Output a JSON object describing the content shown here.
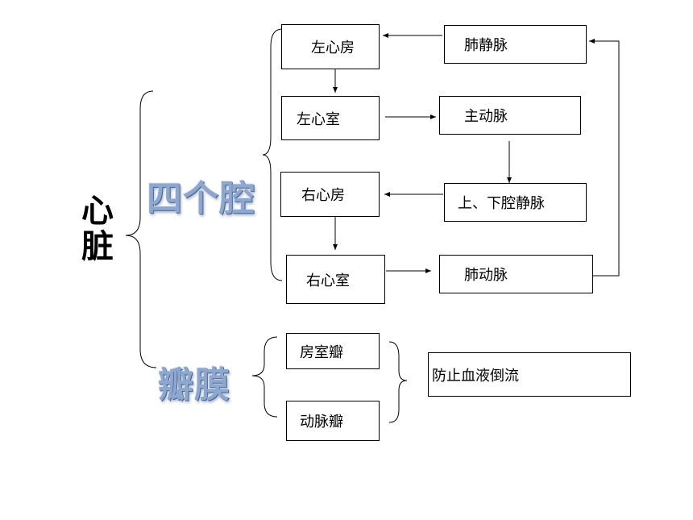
{
  "title": {
    "line1": "心",
    "line2": "脏"
  },
  "categories": {
    "chambers": "四个腔",
    "valves": "瓣膜"
  },
  "chambers": {
    "left_atrium": "左心房",
    "left_ventricle": "左心室",
    "right_atrium": "右心房",
    "right_ventricle": "右心室"
  },
  "vessels": {
    "pulmonary_vein": "肺静脉",
    "aorta": "主动脉",
    "vena_cava": "上、下腔静脉",
    "pulmonary_artery": "肺动脉"
  },
  "valves": {
    "atrioventricular": "房室瓣",
    "arterial": "动脉瓣",
    "function": "防止血液倒流"
  },
  "colors": {
    "accent": "#8ea7cf",
    "line": "#000000"
  }
}
